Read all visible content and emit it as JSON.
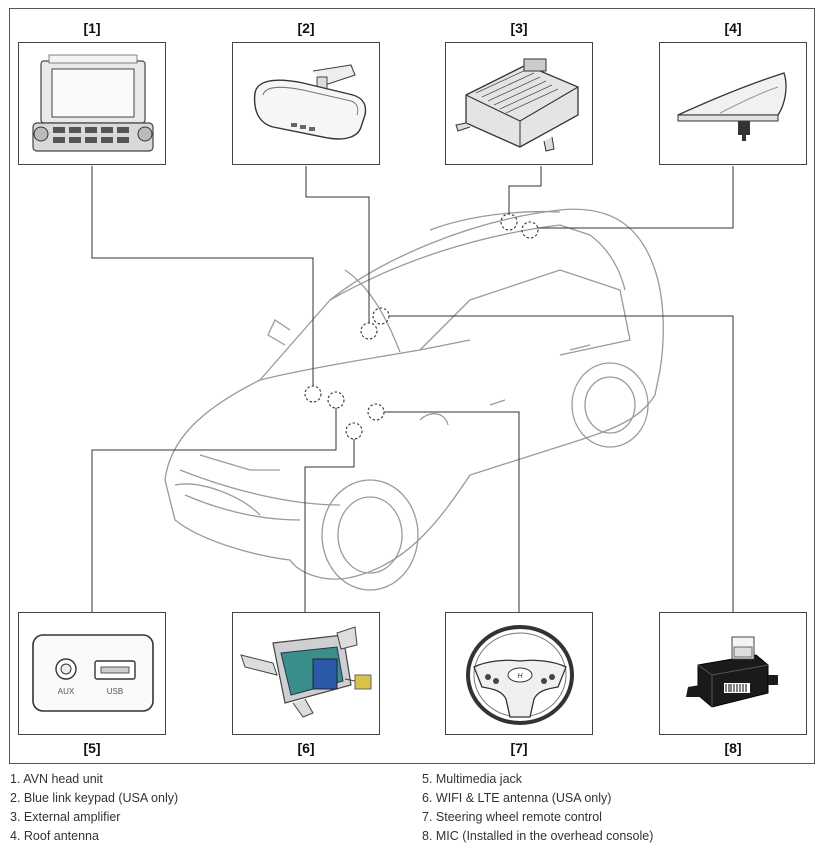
{
  "callouts": [
    {
      "number": "[1]"
    },
    {
      "number": "[2]"
    },
    {
      "number": "[3]"
    },
    {
      "number": "[4]"
    },
    {
      "number": "[5]"
    },
    {
      "number": "[6]"
    },
    {
      "number": "[7]"
    },
    {
      "number": "[8]"
    }
  ],
  "jack_labels": {
    "aux": "AUX",
    "usb": "USB"
  },
  "legend": {
    "left": [
      "1. AVN head unit",
      "2. Blue link keypad (USA only)",
      "3. External amplifier",
      "4. Roof antenna"
    ],
    "right": [
      "5. Multimedia jack",
      "6. WIFI & LTE antenna (USA only)",
      "7. Steering wheel remote control",
      "8. MIC (Installed in the overhead console)"
    ]
  },
  "colors": {
    "line": "#333333",
    "car_outline": "#9a9a9a",
    "wifi_board": "#3a8f8a",
    "connector": "#d8c24a"
  },
  "icons": [
    "avn-head-unit-icon",
    "rearview-mirror-icon",
    "amplifier-icon",
    "shark-fin-antenna-icon",
    "multimedia-jack-icon",
    "wifi-lte-antenna-icon",
    "steering-wheel-icon",
    "microphone-icon",
    "car-icon"
  ]
}
